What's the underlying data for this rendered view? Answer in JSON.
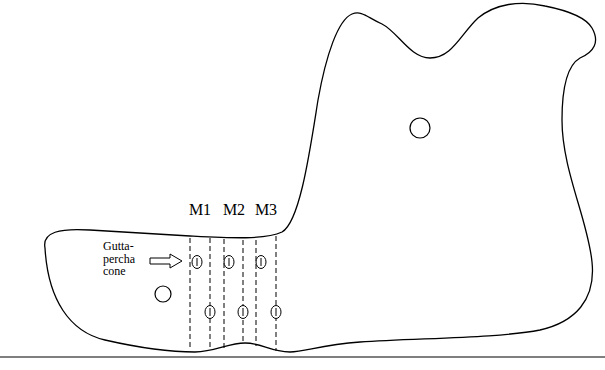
{
  "diagram": {
    "labels": [
      "M1",
      "M2",
      "M3",
      "Gutta-percha cone"
    ]
  }
}
